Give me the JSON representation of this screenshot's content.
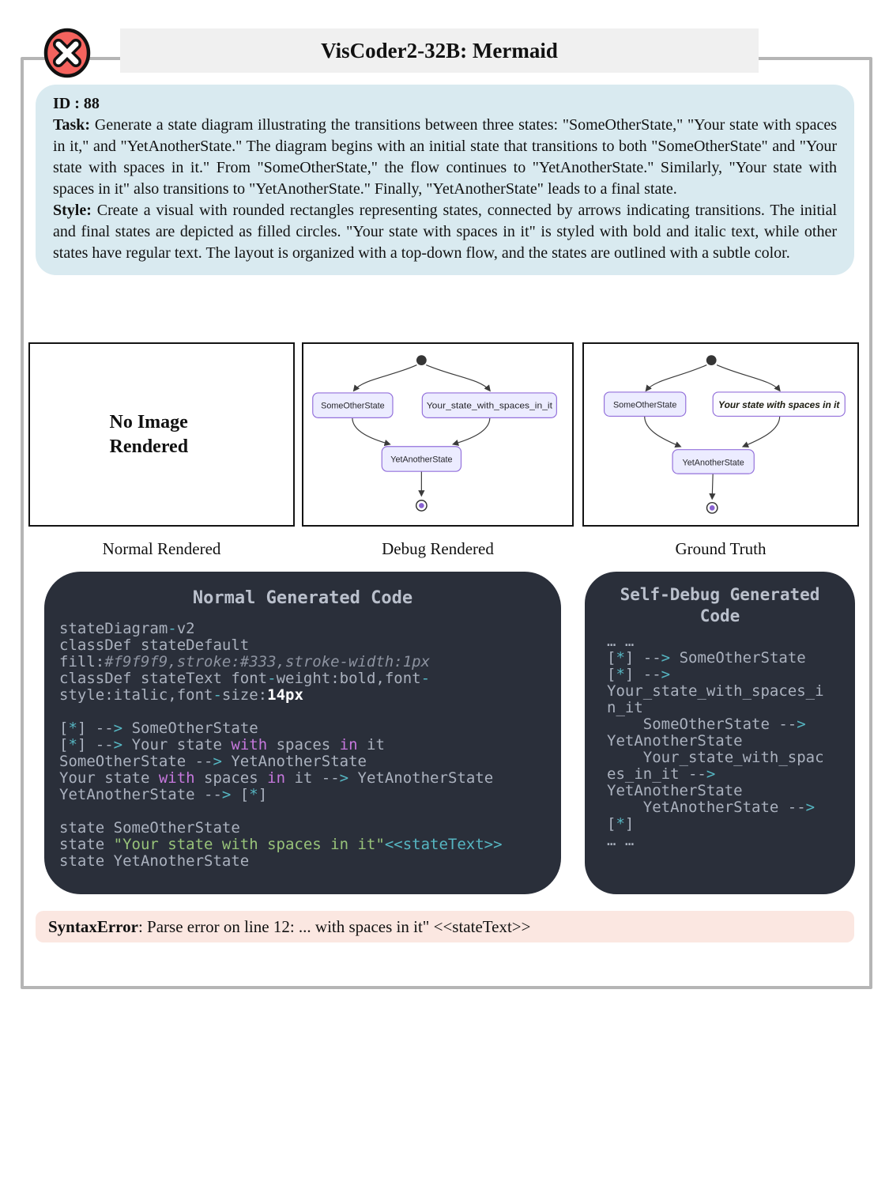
{
  "header": {
    "title": "VisCoder2-32B: Mermaid",
    "status_icon": "error-x-icon"
  },
  "task": {
    "id": "ID : 88",
    "task_label": "Task:",
    "task_text": "Generate a state diagram illustrating the transitions between three states: \"SomeOtherState,\" \"Your state with spaces in it,\" and \"YetAnotherState.\" The diagram begins with an initial state that transitions to both \"SomeOtherState\" and \"Your state with spaces in it.\" From \"SomeOtherState,\" the flow continues to \"YetAnotherState.\" Similarly, \"Your state with spaces in it\" also transitions to \"YetAnotherState.\" Finally, \"YetAnotherState\" leads to a final state.",
    "style_label": "Style:",
    "style_text": "Create a visual with rounded rectangles representing states, connected by arrows indicating transitions. The initial and final states are depicted as filled circles. \"Your state with spaces in it\" is styled with bold and italic text, while other states have regular text. The layout is organized with a top-down flow, and the states are outlined with a subtle color."
  },
  "panels": {
    "normal": {
      "caption": "Normal Rendered",
      "placeholder": "No Image Rendered"
    },
    "debug": {
      "caption": "Debug Rendered",
      "nodes": [
        "SomeOtherState",
        "Your_state_with_spaces_in_it",
        "YetAnotherState"
      ]
    },
    "ground_truth": {
      "caption": "Ground Truth",
      "nodes": [
        "SomeOtherState",
        "Your state with spaces in it",
        "YetAnotherState"
      ]
    }
  },
  "code_blocks": {
    "normal": {
      "title": "Normal Generated Code",
      "lines": [
        [
          [
            "g",
            "stateDiagram"
          ],
          [
            "c",
            "-"
          ],
          [
            "g",
            "v2"
          ]
        ],
        [
          [
            "g",
            "classDef stateDefault"
          ]
        ],
        [
          [
            "g",
            "fill:"
          ],
          [
            "i",
            "#f9f9f9,stroke:#333,stroke-width:1px"
          ]
        ],
        [
          [
            "g",
            "classDef stateText font"
          ],
          [
            "c",
            "-"
          ],
          [
            "g",
            "weight:bold,font"
          ],
          [
            "c",
            "-"
          ]
        ],
        [
          [
            "g",
            "style:italic,font"
          ],
          [
            "c",
            "-"
          ],
          [
            "g",
            "size:"
          ],
          [
            "w",
            "14px"
          ]
        ],
        [],
        [
          [
            "g",
            "["
          ],
          [
            "c",
            "*"
          ],
          [
            "g",
            "] --"
          ],
          [
            "c",
            ">"
          ],
          [
            "g",
            " SomeOtherState"
          ]
        ],
        [
          [
            "g",
            "["
          ],
          [
            "c",
            "*"
          ],
          [
            "g",
            "] --"
          ],
          [
            "c",
            ">"
          ],
          [
            "g",
            " Your state "
          ],
          [
            "m",
            "with"
          ],
          [
            "g",
            " spaces "
          ],
          [
            "m",
            "in"
          ],
          [
            "g",
            " it"
          ]
        ],
        [
          [
            "g",
            "SomeOtherState --"
          ],
          [
            "c",
            ">"
          ],
          [
            "g",
            " YetAnotherState"
          ]
        ],
        [
          [
            "g",
            "Your state "
          ],
          [
            "m",
            "with"
          ],
          [
            "g",
            " spaces "
          ],
          [
            "m",
            "in"
          ],
          [
            "g",
            " it --"
          ],
          [
            "c",
            ">"
          ],
          [
            "g",
            " YetAnotherState"
          ]
        ],
        [
          [
            "g",
            "YetAnotherState --"
          ],
          [
            "c",
            ">"
          ],
          [
            "g",
            " ["
          ],
          [
            "c",
            "*"
          ],
          [
            "g",
            "]"
          ]
        ],
        [],
        [
          [
            "g",
            "state SomeOtherState"
          ]
        ],
        [
          [
            "g",
            "state "
          ],
          [
            "s",
            "\"Your state with spaces in it\""
          ],
          [
            "c",
            "<<stateText>>"
          ]
        ],
        [
          [
            "g",
            "state YetAnotherState"
          ]
        ]
      ]
    },
    "debug": {
      "title": "Self-Debug Generated Code",
      "lines": [
        [
          [
            "g",
            "… …"
          ]
        ],
        [
          [
            "g",
            "["
          ],
          [
            "c",
            "*"
          ],
          [
            "g",
            "] --"
          ],
          [
            "c",
            ">"
          ],
          [
            "g",
            " SomeOtherState"
          ]
        ],
        [
          [
            "g",
            "["
          ],
          [
            "c",
            "*"
          ],
          [
            "g",
            "] --"
          ],
          [
            "c",
            ">"
          ]
        ],
        [
          [
            "g",
            "Your_state_with_spaces_i"
          ]
        ],
        [
          [
            "g",
            "n_it"
          ]
        ],
        [
          [
            "g",
            "    SomeOtherState --"
          ],
          [
            "c",
            ">"
          ]
        ],
        [
          [
            "g",
            "YetAnotherState"
          ]
        ],
        [
          [
            "g",
            "    Your_state_with_spac"
          ]
        ],
        [
          [
            "g",
            "es_in_it --"
          ],
          [
            "c",
            ">"
          ]
        ],
        [
          [
            "g",
            "YetAnotherState"
          ]
        ],
        [
          [
            "g",
            "    YetAnotherState --"
          ],
          [
            "c",
            ">"
          ]
        ],
        [
          [
            "g",
            "["
          ],
          [
            "c",
            "*"
          ],
          [
            "g",
            "]"
          ]
        ],
        [
          [
            "g",
            "… …"
          ]
        ]
      ]
    }
  },
  "error": {
    "label": "SyntaxError",
    "message": " : Parse error on line 12: ... with spaces in it\" <<stateText>>"
  },
  "colors": {
    "accent_red": "#f4635e",
    "task_box_bg": "#d9eaf0",
    "code_bg": "#2a2f3a",
    "error_bar_bg": "#fbe7e1",
    "node_fill": "#ececff",
    "node_border": "#9370db",
    "final_dot": "#8a63d2",
    "frame_border": "#b5b5b5"
  }
}
